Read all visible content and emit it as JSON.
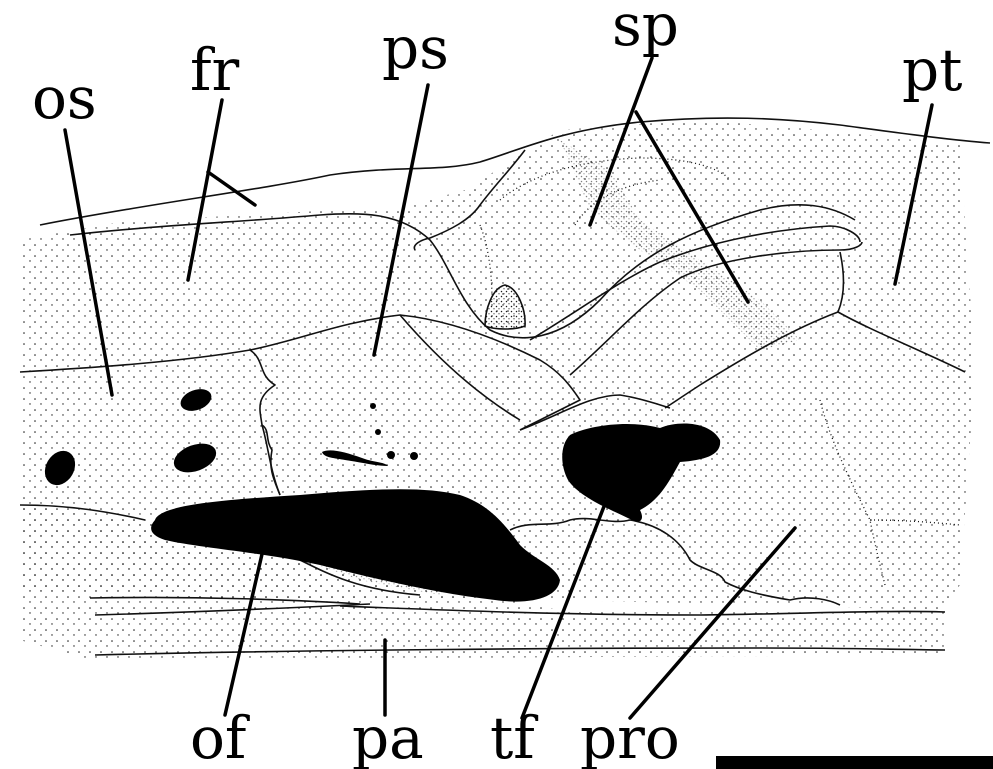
{
  "labels": {
    "os": "os",
    "fr": "fr",
    "ps": "ps",
    "sp": "sp",
    "pt": "pt",
    "of": "of",
    "pa": "pa",
    "tf": "tf",
    "pro": "pro"
  },
  "colors": {
    "ink": "#000000",
    "stipple": "#1a1a1a",
    "background": "#ffffff"
  }
}
